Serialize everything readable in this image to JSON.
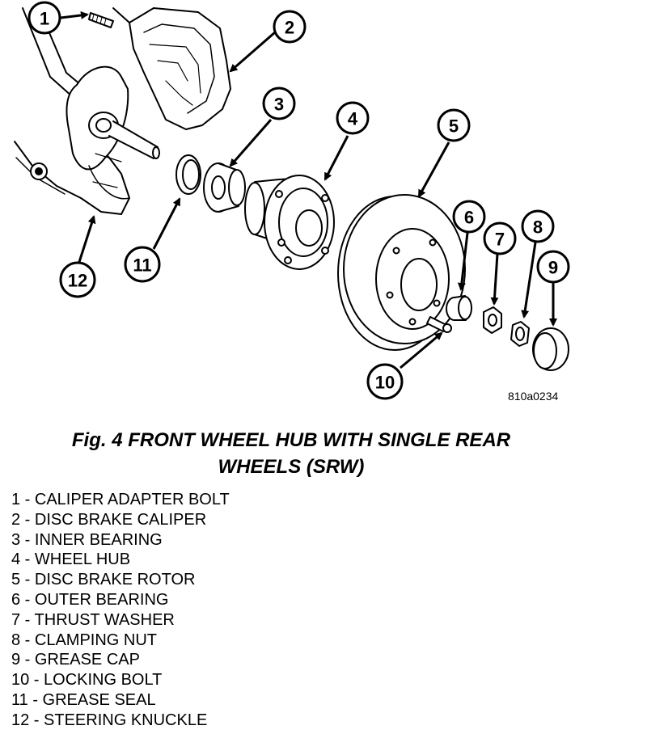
{
  "figure": {
    "code": "810a0234",
    "caption_line1": "Fig. 4 FRONT WHEEL HUB WITH SINGLE REAR",
    "caption_line2": "WHEELS (SRW)"
  },
  "callouts": [
    "1",
    "2",
    "3",
    "4",
    "5",
    "6",
    "7",
    "8",
    "9",
    "10",
    "11",
    "12"
  ],
  "legend": [
    "1 - CALIPER ADAPTER BOLT",
    "2 - DISC BRAKE CALIPER",
    "3 - INNER BEARING",
    "4 - WHEEL HUB",
    "5 - DISC BRAKE ROTOR",
    "6 - OUTER BEARING",
    "7 - THRUST WASHER",
    "8 - CLAMPING NUT",
    "9 - GREASE CAP",
    "10 - LOCKING BOLT",
    "11 - GREASE SEAL",
    "12 - STEERING KNUCKLE"
  ]
}
